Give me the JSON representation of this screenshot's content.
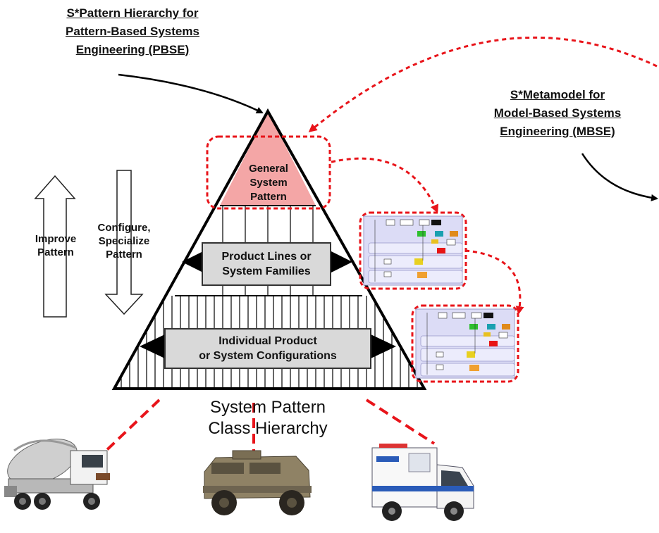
{
  "pbse_label": {
    "line1": "S*Pattern Hierarchy for",
    "line2": "Pattern-Based Systems",
    "line3": "Engineering (PBSE)"
  },
  "mbse_label": {
    "line1": "S*Metamodel for",
    "line2": "Model-Based Systems",
    "line3": "Engineering (MBSE)"
  },
  "pyramid": {
    "top_label": {
      "line1": "General",
      "line2": "System",
      "line3": "Pattern"
    },
    "middle_label": {
      "line1": "Product Lines or",
      "line2": "System Families"
    },
    "bottom_label": {
      "line1": "Individual Product",
      "line2": "or System Configurations"
    },
    "caption": {
      "line1": "System Pattern",
      "line2": "Class Hierarchy"
    }
  },
  "side_arrows": {
    "up_label": {
      "line1": "Improve",
      "line2": "Pattern"
    },
    "down_label": {
      "line1": "Configure,",
      "line2": "Specialize",
      "line3": "Pattern"
    }
  },
  "vehicles": [
    {
      "icon": "cement-mixer-truck-image"
    },
    {
      "icon": "armored-vehicle-image"
    },
    {
      "icon": "ambulance-image"
    }
  ],
  "colors": {
    "apex_fill": "#f4a6a6",
    "dashed_red": "#e8141a",
    "box_fill": "#d9d9d9",
    "model_bg": "#dcdcf6"
  }
}
